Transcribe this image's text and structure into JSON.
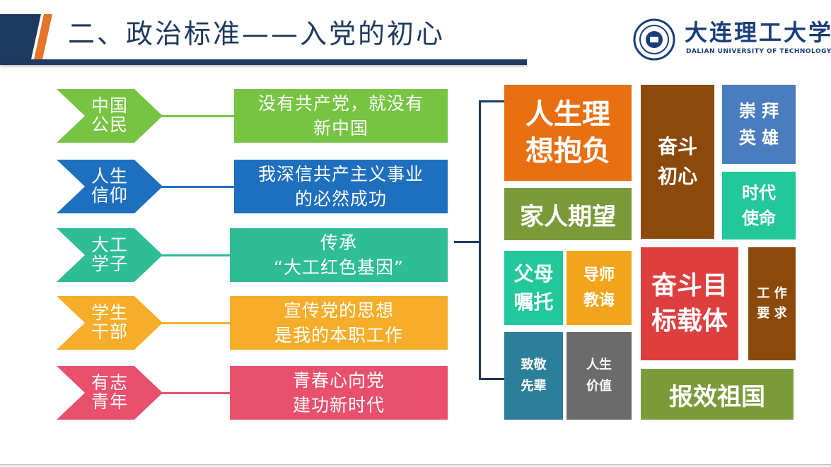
{
  "header": {
    "title": "二、政治标准——入党的初心",
    "university_cn": "大连理工大学",
    "university_en": "DALIAN UNIVERSITY OF TECHNOLOGY",
    "title_color": "#1f3a5f",
    "accent_color": "#e8732a"
  },
  "rows": [
    {
      "label": "中国\n公民",
      "statement": "没有共产党，就没有\n新中国",
      "color": "#76c442"
    },
    {
      "label": "人生\n信仰",
      "statement": "我深信共产主义事业\n的必然成功",
      "color": "#1f6fbf"
    },
    {
      "label": "大工\n学子",
      "statement": "传承\n“大工红色基因”",
      "color": "#2fbd96"
    },
    {
      "label": "学生\n干部",
      "statement": "宣传党的思想\n是我的本职工作",
      "color": "#f5ad2a"
    },
    {
      "label": "有志\n青年",
      "statement": "青春心向党\n建功新时代",
      "color": "#e8506e"
    }
  ],
  "tiles": {
    "ideal": {
      "text": "人生理\n想抱负",
      "color": "#e86f12"
    },
    "family": {
      "text": "家人期望",
      "color": "#7b9b3a"
    },
    "struggle_origin": {
      "text": "奋斗\n初心",
      "color": "#8b4a0c"
    },
    "heroes": {
      "text": "崇 拜\n英 雄",
      "color": "#4a7dbf"
    },
    "mission": {
      "text": "时代\n使命",
      "color": "#22c79a"
    },
    "parents": {
      "text": "父母\n嘱托",
      "color": "#22c79a"
    },
    "mentors": {
      "text": "导师\n教诲",
      "color": "#f2a51c"
    },
    "goal": {
      "text": "奋斗目\n标载体",
      "color": "#dd3f3f"
    },
    "work": {
      "text": "工 作\n要 求",
      "color": "#8b4a0c"
    },
    "elders": {
      "text": "致敬\n先辈",
      "color": "#2c7f9a"
    },
    "value": {
      "text": "人生\n价值",
      "color": "#6b6b6b"
    },
    "country": {
      "text": "报效祖国",
      "color": "#7b9b3a"
    }
  }
}
